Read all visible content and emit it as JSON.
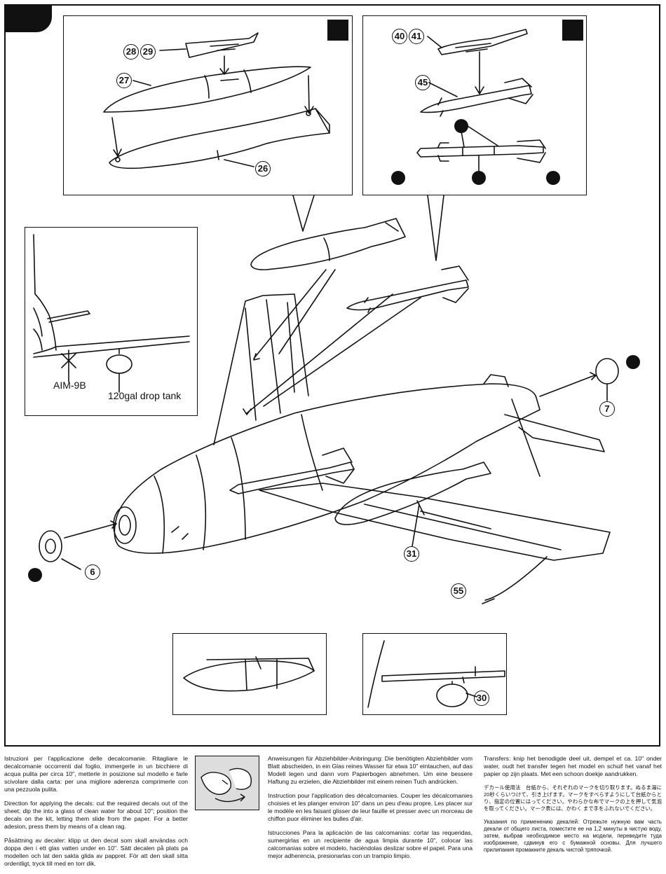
{
  "callouts": {
    "p28": "28",
    "p29": "29",
    "p27": "27",
    "p26": "26",
    "p40": "40",
    "p41": "41",
    "p45": "45",
    "p7": "7",
    "p6": "6",
    "p31": "31",
    "p55": "55",
    "p30": "30"
  },
  "side_view": {
    "missile_label": "AIM-9B",
    "tank_label": "120gal drop tank"
  },
  "instructions": {
    "italian": "Istruzioni per l'applicazione delle decalcomanie. Ritagliare le decalcomanie occorrenti dal foglio, immergerle in un bicchiere di acqua pulita per circa 10\", metterle in posizione sul modello e farle scivolare dalla carta: per una migliore aderenza comprimerle con una pezzuola pulita.",
    "english": "Direction for applying the decals: cut the required decals out of the sheet; dip the into a glass of clean water for about 10\"; position the decals on the kit, letting them slide from the paper. For a better adesion, press them by means of a clean rag.",
    "swedish": "Påsättning av decaler: klipp ut den decal som skall användas och doppa den i ett glas vatten under en 10\". Sätt decalen på plats pa modellen och lat den sakta glida av pappret. För att den skall sitta ordentligt, tryck till med en torr dik.",
    "german": "Anweisungen für Abziehbilder-Anbringung: Die benötigten Abziehbilder vom Blatt abscheiden, in ein Glas reines Wasser für etwa 10\" eintauchen, auf das Modell legen und dann vom Papierbogen abnehmen. Um eine bessere Haftung zu erzielen, die Abziehbilder mit einem reinen Tuch andrücken.",
    "french": "Instruction pour l'application des décalcomanies. Couper les décalcomanies choisies et les planger environ 10\" dans un peu d'eau propre. Les placer sur le modèle en les faisant glisser de leur fauille et presser avec un morceau de chiffon puor éliminer les bulles d'air.",
    "spanish": "Istrucciones Para la aplicación de las calcomanias: cortar las requeridas, sumergirlas en un recipiente de agua limpia durante 10\", colocar las calcomanias sobre el modelo, haciéndolas deslizar sobre el papel. Para una mejor adherencia, presionarlas con un trampio limpio.",
    "dutch": "Transfers: knip het benodigde deel uit, dempel et ca. 10\" onder water, oudt het transfer tegen het model en schuif het vanaf het papier op zijn plaats. Met een schoon doekje aandrukken.",
    "japanese": "デカール使用法　台紙から、それぞれのマークを切り取ります。ぬるま湯に20秒くらいつけて、引き上げます。マークをすべらすようにして台紙からとり、指定の位置にはってください。やわらかな布でマークの上を押して気泡を取ってください。マーク表には、かわく まで手をふれないでください。",
    "russian": "Указания по применению декалей: Отрежьте нужную вам часть декали от общего листа, поместите ее на 1,2 минуты в чистую воду, затем, выбрав необходимое место на модели, переведите туда изображение, сдвинув его с бумажной основы. Для лучшего прилипания промакните декаль чистой тряпочкой."
  }
}
